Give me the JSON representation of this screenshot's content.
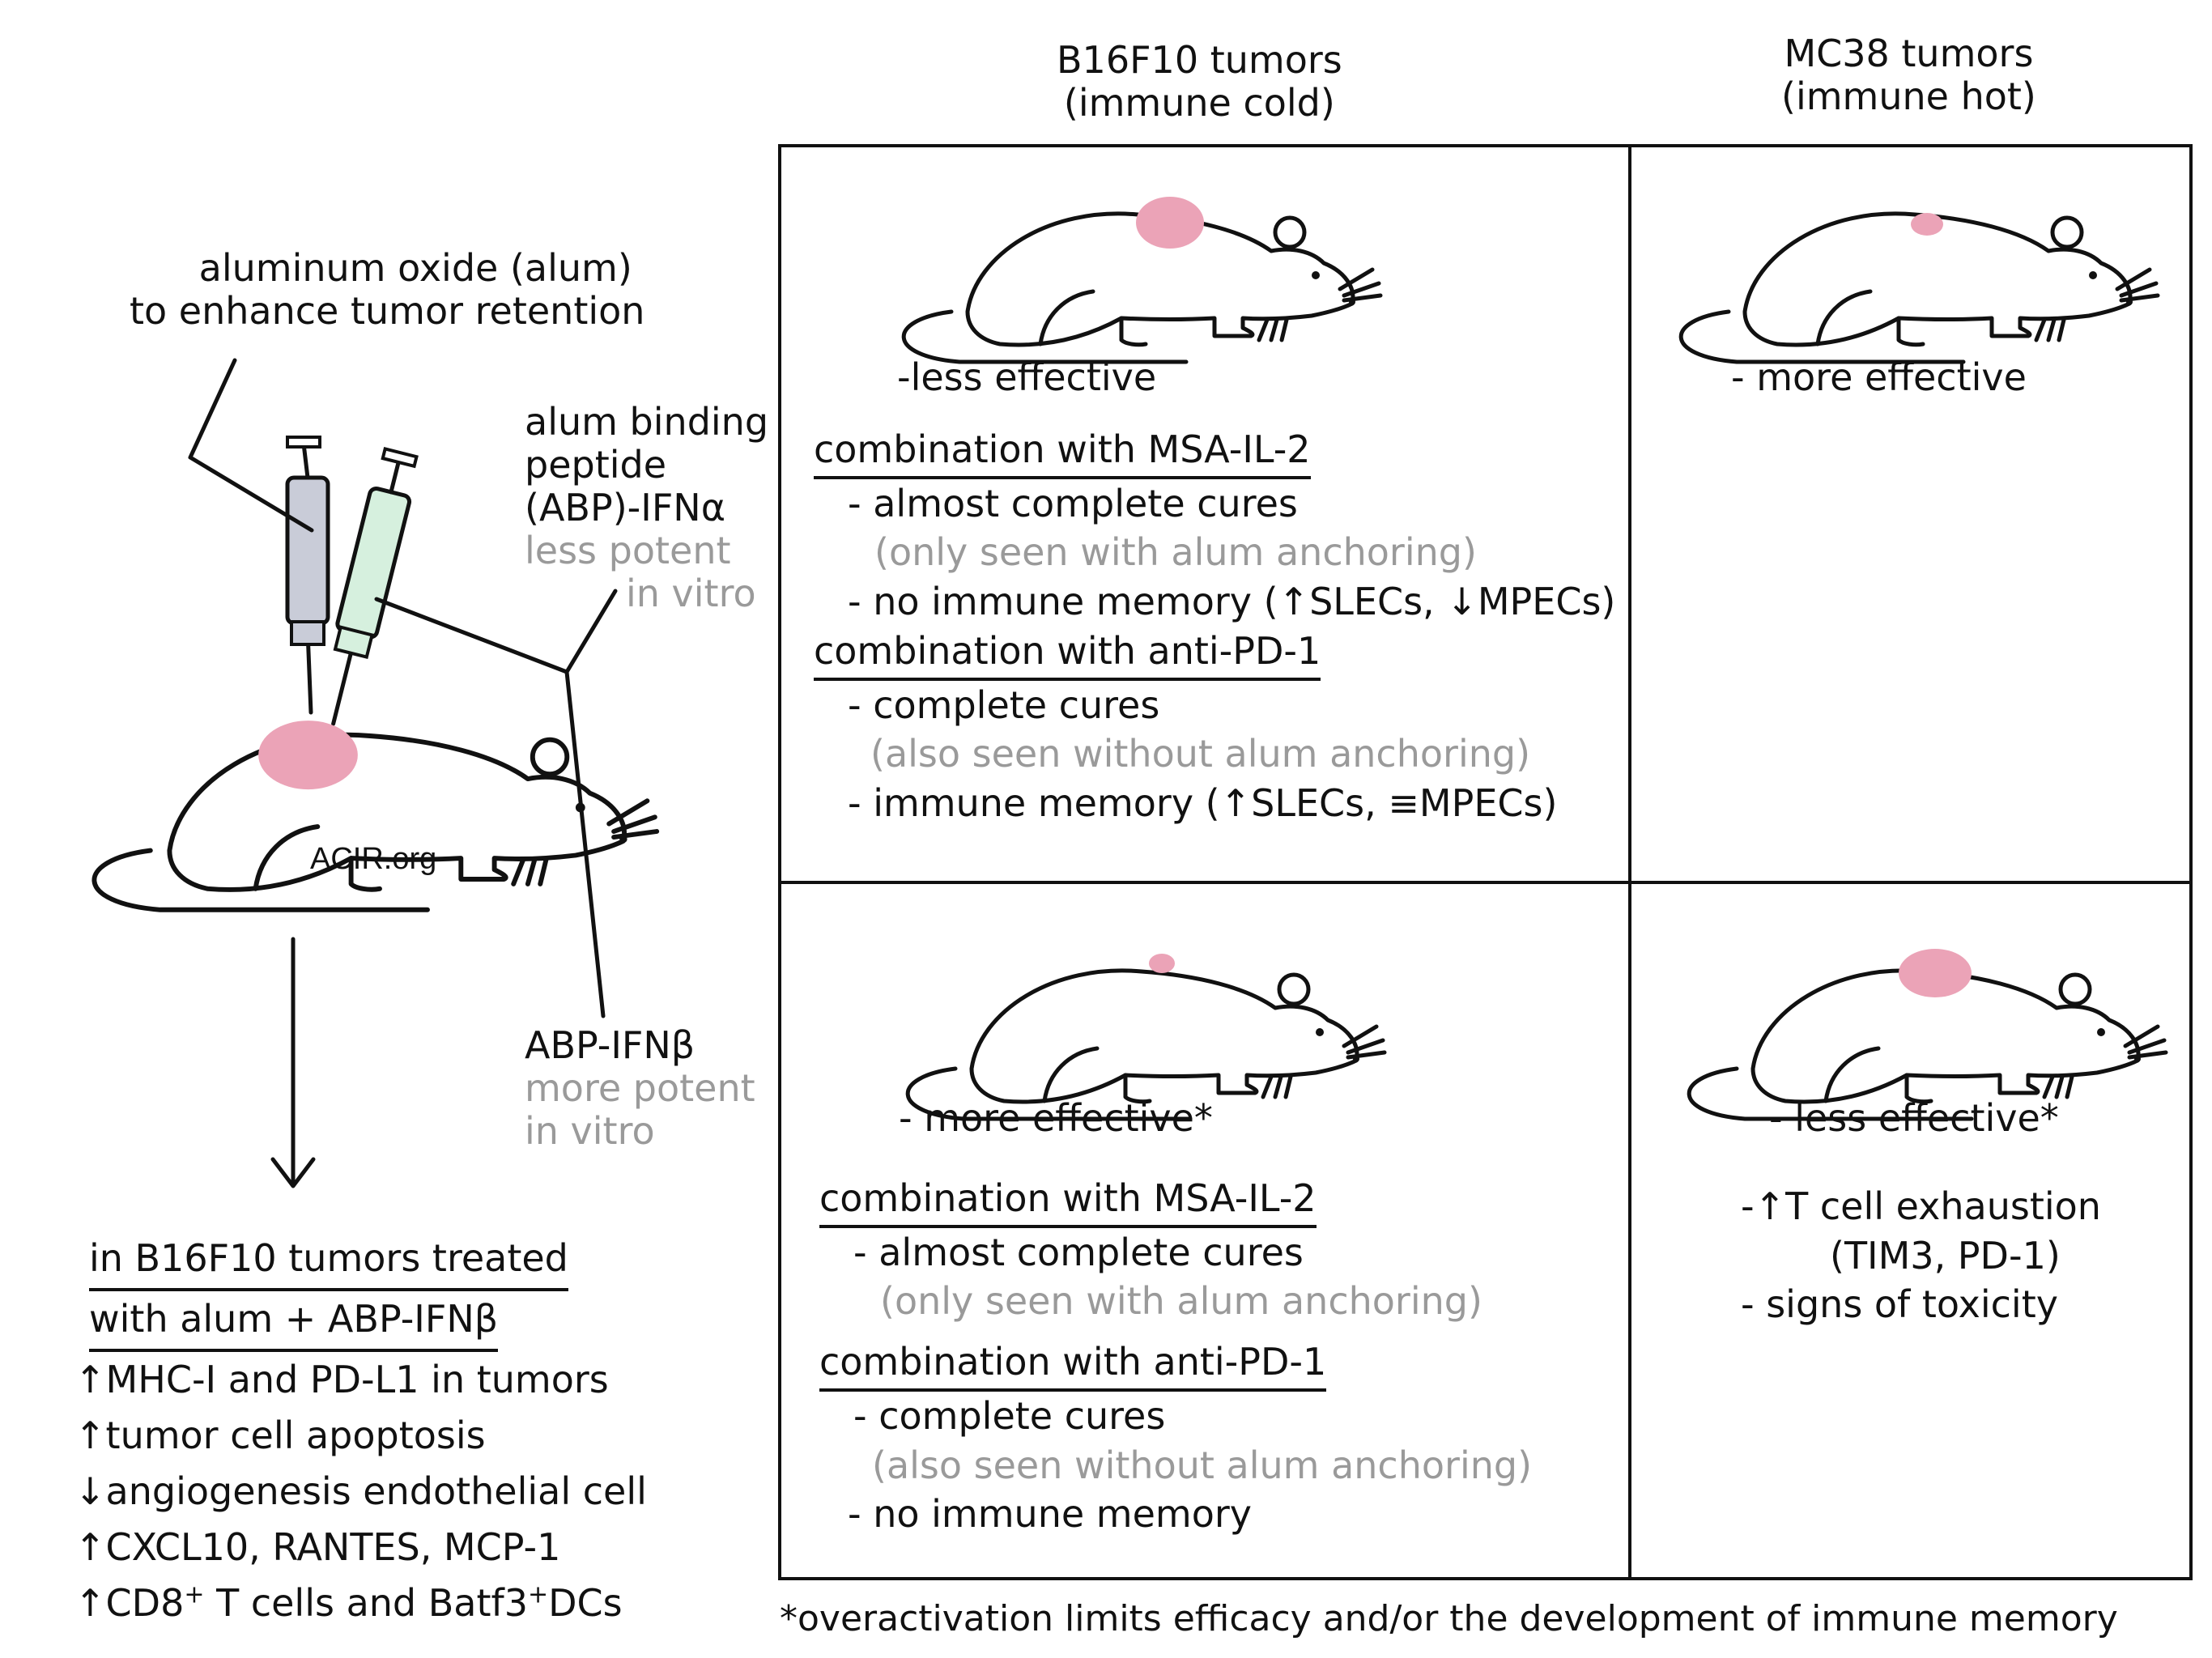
{
  "columns": {
    "b16f10": {
      "line1": "B16F10  tumors",
      "line2": "(immune cold)"
    },
    "mc38": {
      "line1": "MC38 tumors",
      "line2": "(immune hot)"
    }
  },
  "left": {
    "alum_label": {
      "line1": "aluminum oxide (alum)",
      "line2": "to enhance tumor retention"
    },
    "abp_ifna": {
      "line1": "alum binding",
      "line2": "peptide",
      "line3": "(ABP)-IFNα",
      "line4": "less potent",
      "line5": "in vitro"
    },
    "abp_ifnb": {
      "line1": "ABP-IFNβ",
      "line2": "more potent",
      "line3": "in vitro"
    },
    "watermark": "ACIR.org",
    "findings": {
      "title1": "in B16F10 tumors treated",
      "title2": "with alum + ABP-IFNβ",
      "items": [
        "↑MHC-I and PD-L1 in tumors",
        "↑tumor  cell apoptosis",
        "↓angiogenesis  endothelial cell",
        "↑CXCL10, RANTES, MCP-1"
      ],
      "cd8_a": "↑CD8",
      "cd8_sup1": "+",
      "cd8_b": " T cells and  Batf3",
      "cd8_sup2": "+",
      "cd8_c": "DCs"
    }
  },
  "cells": {
    "ifna_b16": {
      "effect": "-less  effective",
      "combo1_title": "combination with MSA-IL-2",
      "combo1_items": [
        "- almost complete cures",
        "(only seen with alum anchoring)",
        "- no immune memory (↑SLECs,  ↓MPECs)"
      ],
      "combo2_title": "combination with anti-PD-1",
      "combo2_items": [
        "- complete cures",
        "(also seen without alum anchoring)",
        "- immune memory (↑SLECs, ≡MPECs)"
      ]
    },
    "ifna_mc38": {
      "effect": "- more  effective"
    },
    "ifnb_b16": {
      "effect": "- more effective*",
      "combo1_title": "combination with MSA-IL-2",
      "combo1_items": [
        "- almost complete cures",
        "(only seen with alum anchoring)"
      ],
      "combo2_title": "combination with anti-PD-1",
      "combo2_items": [
        "- complete cures",
        "(also seen without alum anchoring)",
        "- no immune memory"
      ]
    },
    "ifnb_mc38": {
      "effect": "- less effective*",
      "items": [
        "-↑T cell exhaustion",
        "(TIM3, PD-1)",
        "- signs of toxicity"
      ]
    }
  },
  "footnote": "*overactivation limits efficacy and/or the development of immune memory",
  "colors": {
    "tumor": "#eba3b7",
    "syringe1": "#c9ccd8",
    "syringe2": "#d6f0de",
    "gray_text": "#9a9a9a"
  }
}
